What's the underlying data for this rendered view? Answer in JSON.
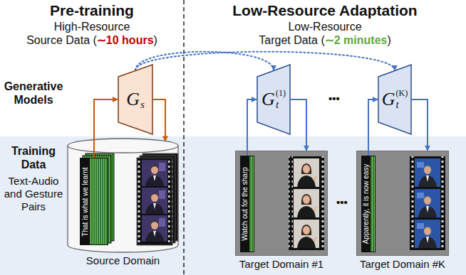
{
  "diagram": {
    "nodes": [
      {
        "text": [
          "G",
          "s"
        ]
      },
      {
        "text": [
          "G",
          "t",
          "(1)"
        ]
      },
      {
        "text": [
          "G",
          "t",
          "(K)"
        ]
      },
      {
        "text": [
          "Source Domain"
        ]
      },
      {
        "text": [
          "That is what we learnt"
        ],
        "in": 3
      },
      {
        "text": [
          "Target Domain #1"
        ]
      },
      {
        "text": [
          "Watch out for the sharp"
        ],
        "in": 5
      },
      {
        "text": [
          "Target Domain #K"
        ]
      },
      {
        "text": [
          "Apparently, it is now easy"
        ],
        "in": 7
      }
    ],
    "edges": [
      {
        "from": 4,
        "to": 0,
        "arrow": "to"
      },
      {
        "from": 0,
        "to": 3,
        "arrow": "to"
      },
      {
        "from": 0,
        "to": 1,
        "arrow": "to"
      },
      {
        "from": 0,
        "to": 2,
        "arrow": "to"
      },
      {
        "from": 6,
        "to": 1,
        "arrow": "to"
      },
      {
        "from": 1,
        "to": 5,
        "arrow": "to"
      },
      {
        "from": 8,
        "to": 2,
        "arrow": "to"
      },
      {
        "from": 2,
        "to": 7,
        "arrow": "to"
      }
    ],
    "labels": [
      "Pre-training",
      "High-Resource",
      "Source Data (",
      "∼10 hours",
      ")",
      "Low-Resource Adaptation",
      "Low-Resource",
      "Target Data (",
      "∼2 minutes",
      ")",
      "Generative Models",
      "Training Data",
      "Text-Audio and Gesture Pairs",
      "•••",
      "•••"
    ]
  }
}
